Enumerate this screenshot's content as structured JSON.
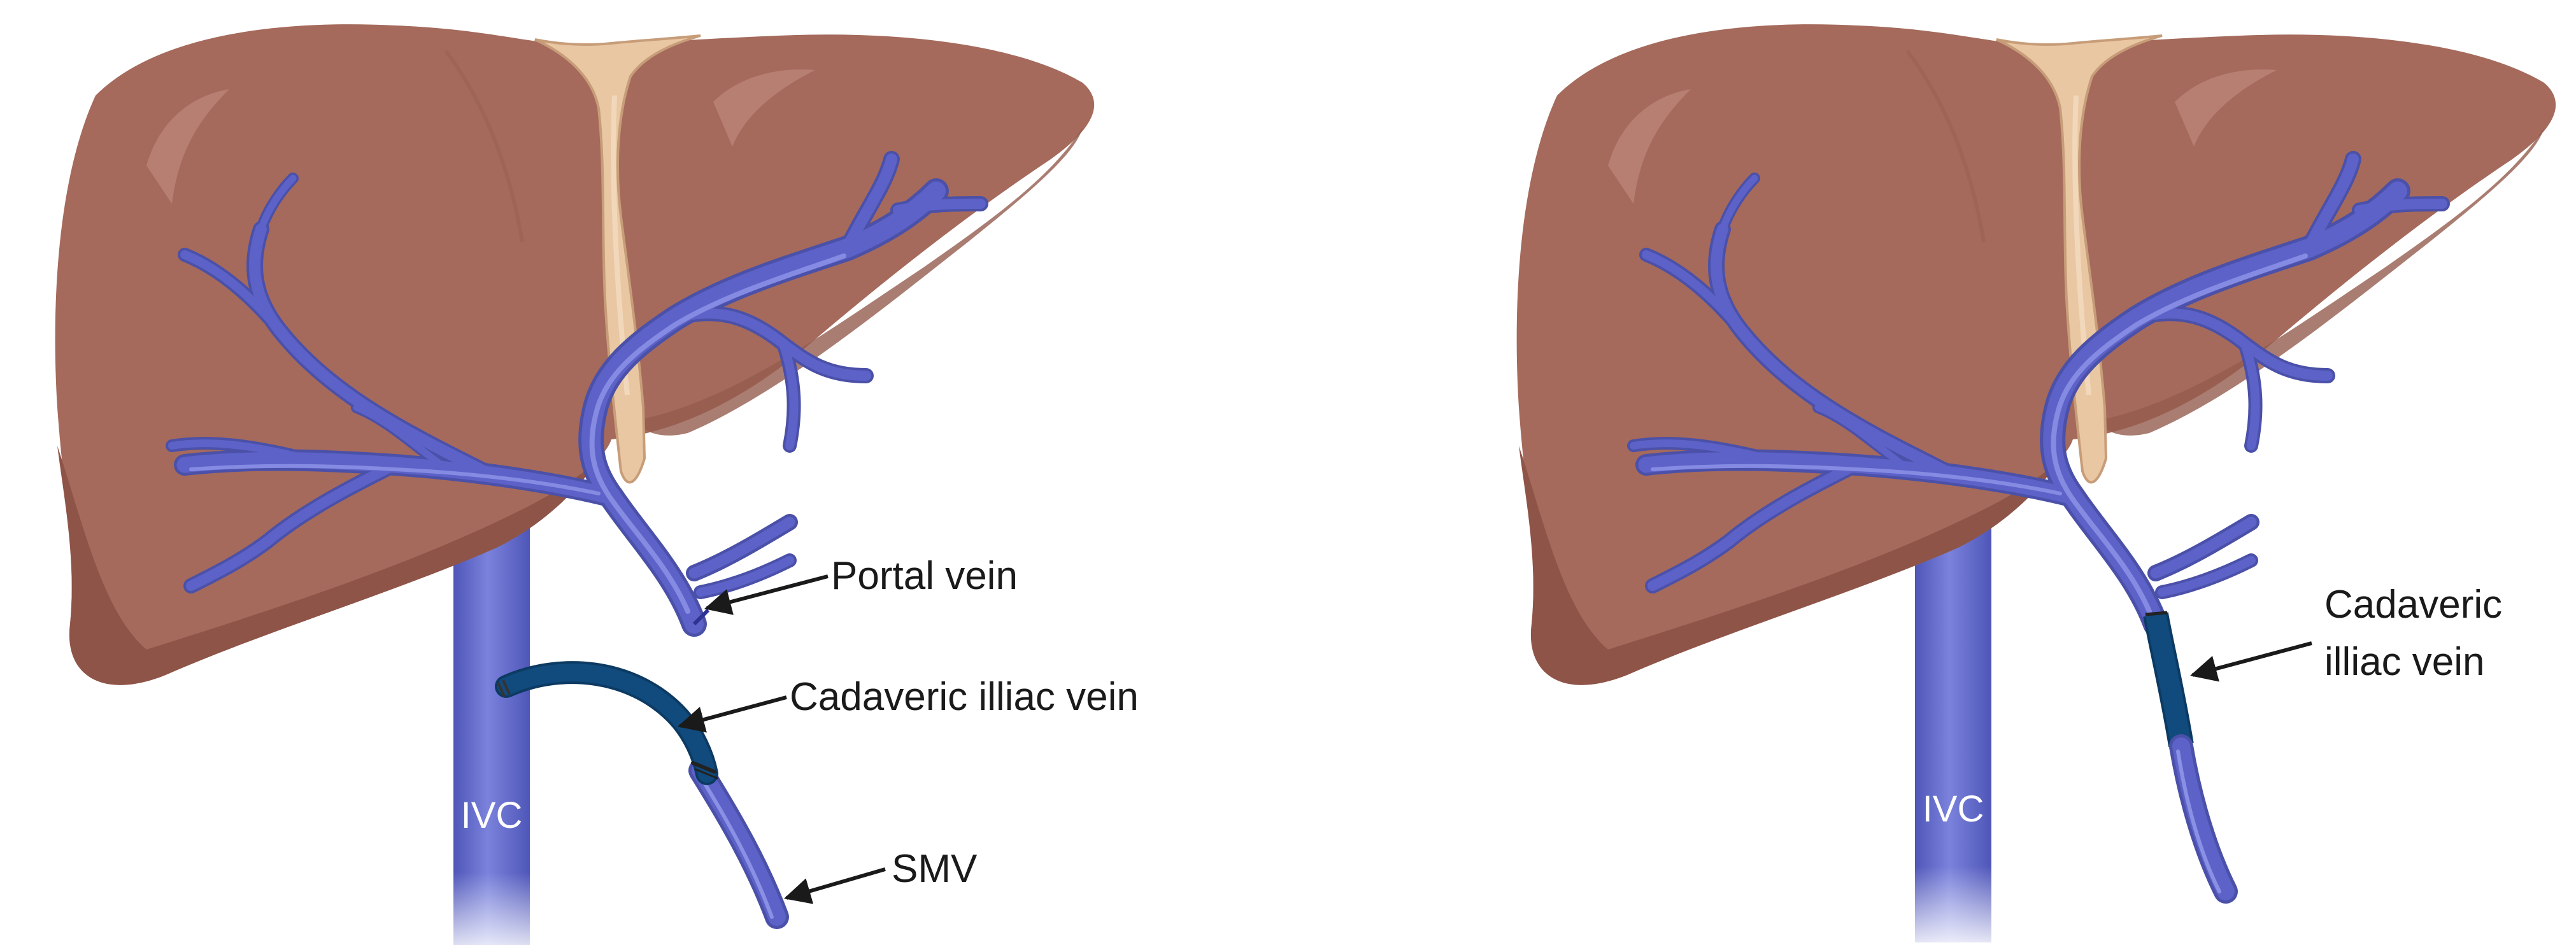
{
  "colors": {
    "liver": "#a56a5c",
    "liver_shadow": "#8e5448",
    "liver_highlight": "#b98274",
    "ligament": "#e9c7a3",
    "ligament_edge": "#c79d79",
    "vein": "#5c62c8",
    "vein_light": "#7c82dc",
    "vein_dark": "#4b50a8",
    "graft": "#114a7c",
    "ivc": "#5b63c7",
    "ivc_light": "#7a82dc",
    "arrow": "#1a1a1a"
  },
  "panels": [
    {
      "id": "left",
      "labels": {
        "portal_vein": "Portal vein",
        "graft": "Cadaveric illiac vein",
        "smv": "SMV",
        "ivc": "IVC"
      }
    },
    {
      "id": "right",
      "labels": {
        "graft_line1": "Cadaveric",
        "graft_line2": "illiac vein",
        "ivc": "IVC"
      }
    }
  ]
}
